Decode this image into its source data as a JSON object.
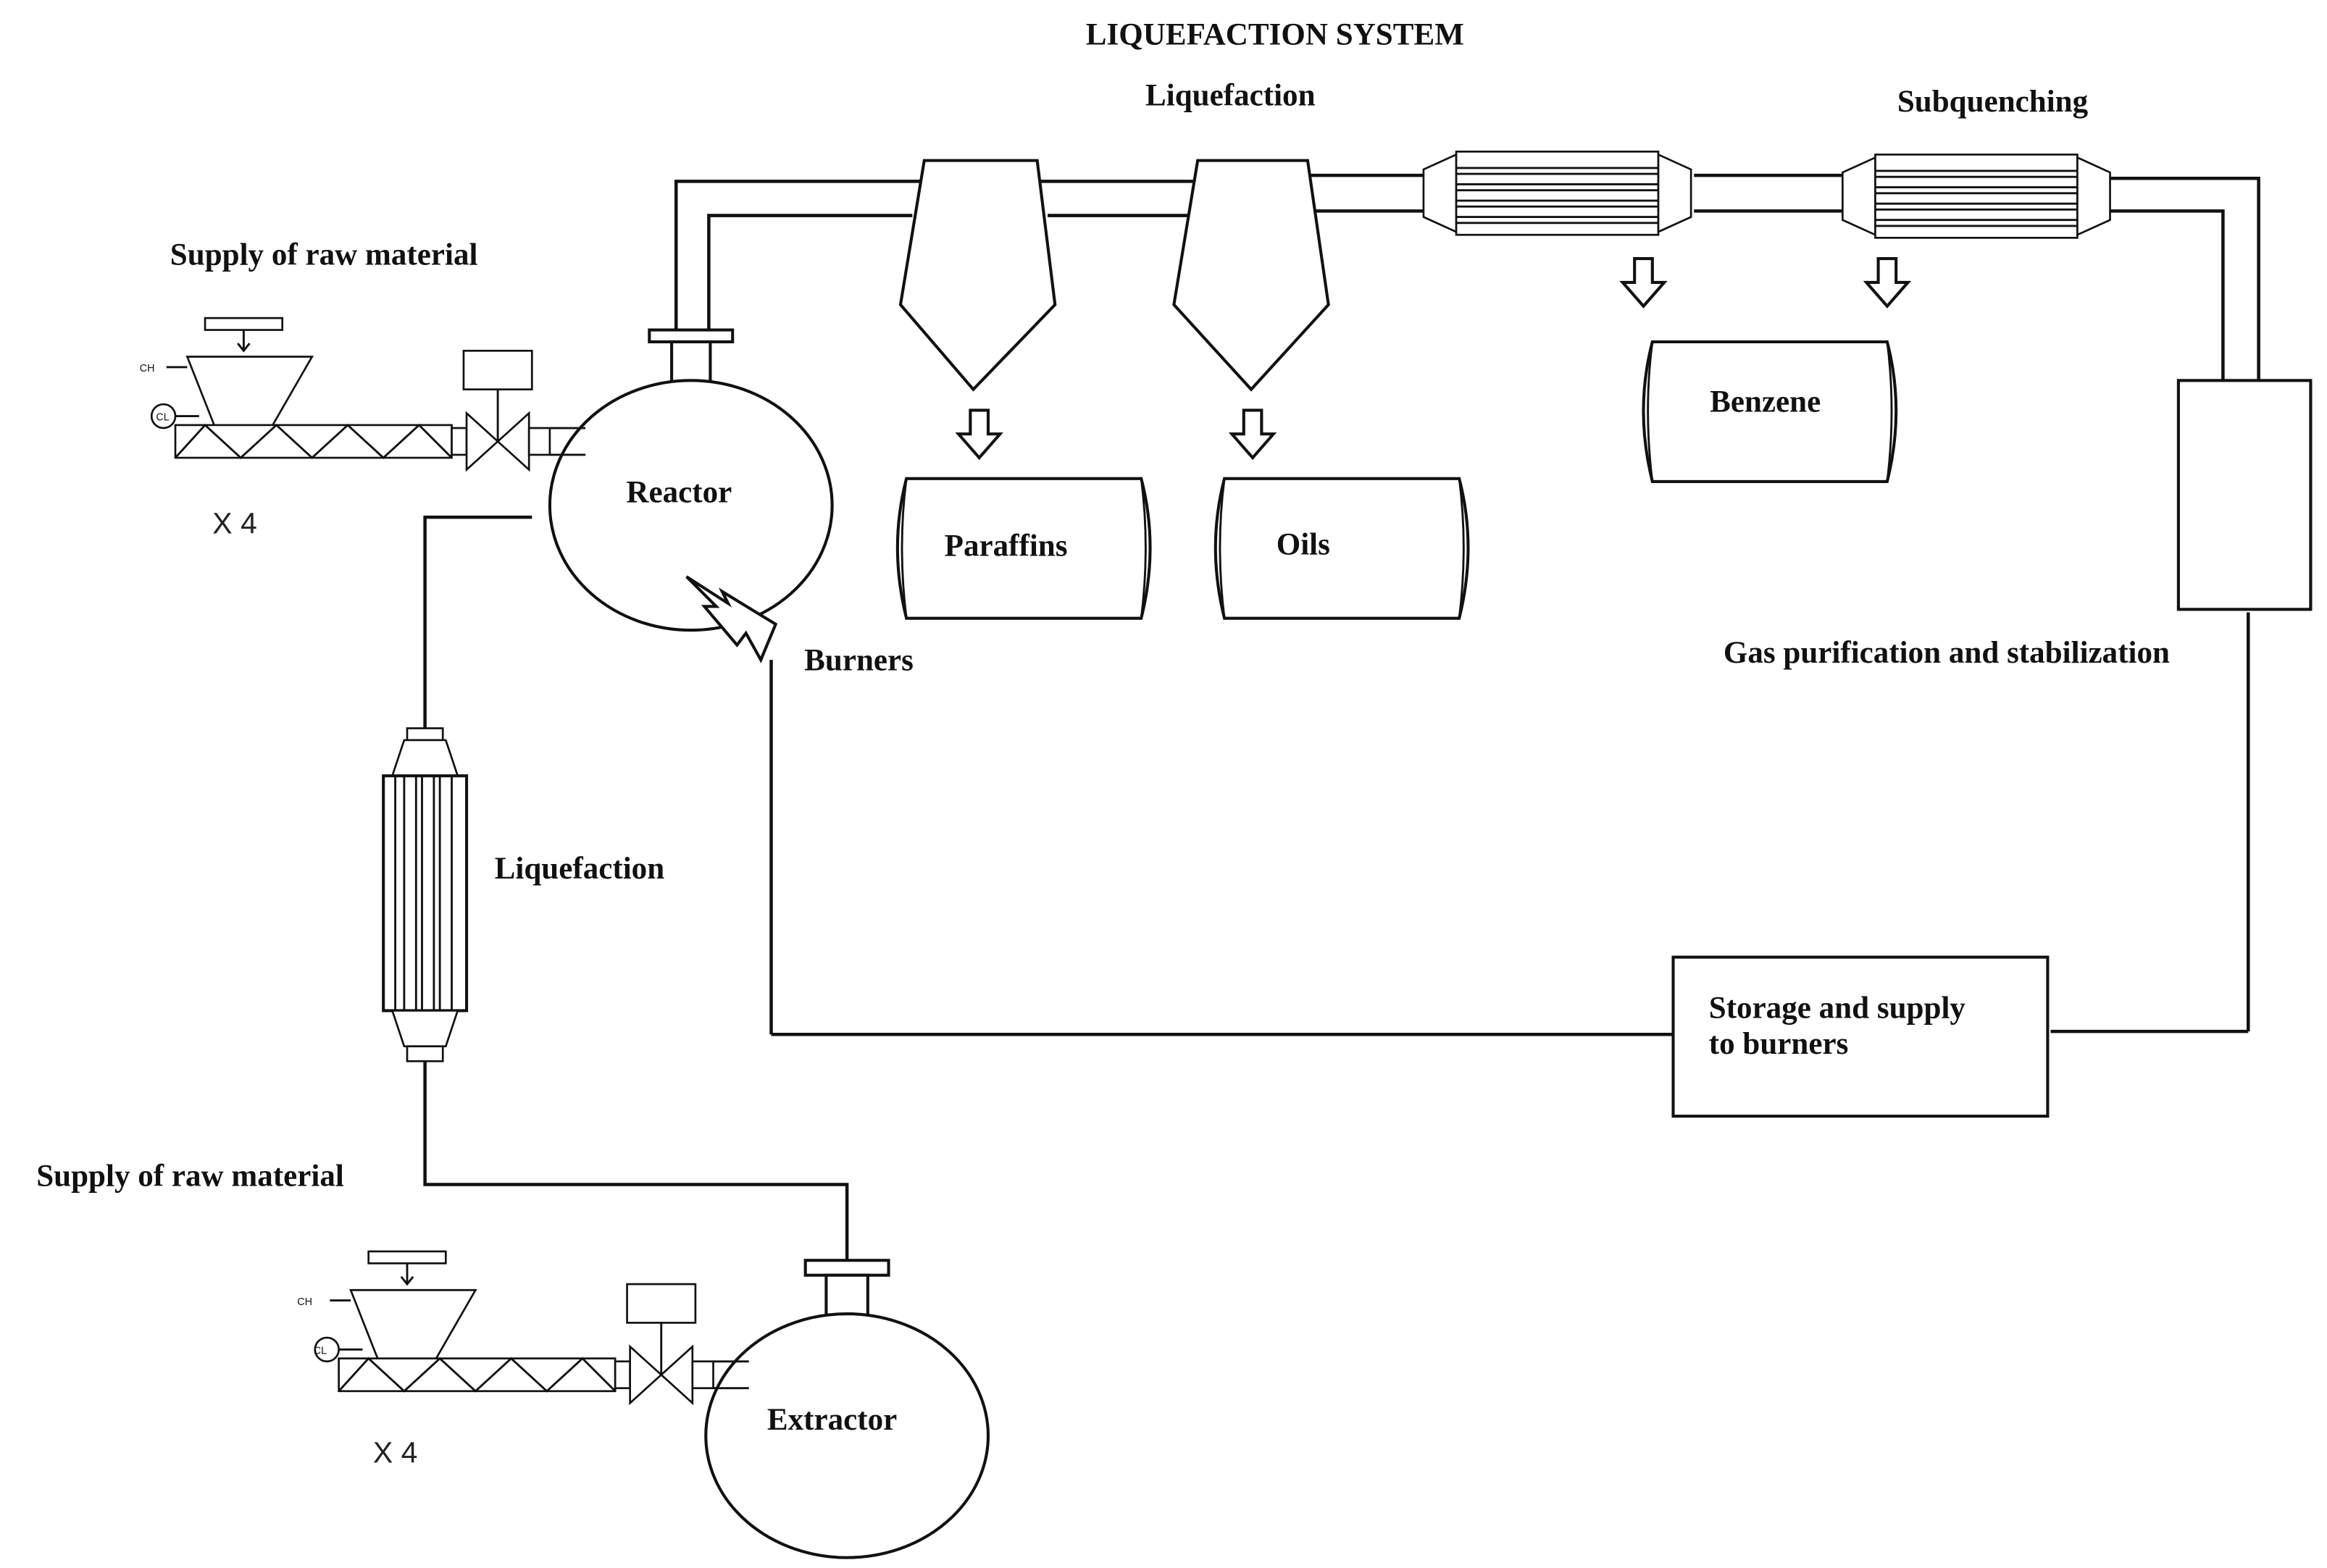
{
  "title": "LIQUEFACTION SYSTEM",
  "labels": {
    "liquefaction_top": "Liquefaction",
    "subquenching": "Subquenching",
    "supply_top": "Supply of raw material",
    "reactor": "Reactor",
    "paraffins": "Paraffins",
    "oils": "Oils",
    "benzene": "Benzene",
    "burners": "Burners",
    "gas_purification": "Gas purification and stabilization",
    "liquefaction_side": "Liquefaction",
    "storage_line1": "Storage and supply",
    "storage_line2": "to burners",
    "supply_bottom": "Supply of raw material",
    "extractor": "Extractor"
  },
  "feeder_top": {
    "multiplier": "X 4",
    "tag_ch": "CH",
    "tag_cl": "CL"
  },
  "feeder_bottom": {
    "multiplier": "X 4",
    "tag_ch": "CH",
    "tag_cl": "CL"
  },
  "colors": {
    "line": "#111111",
    "background": "#ffffff"
  }
}
